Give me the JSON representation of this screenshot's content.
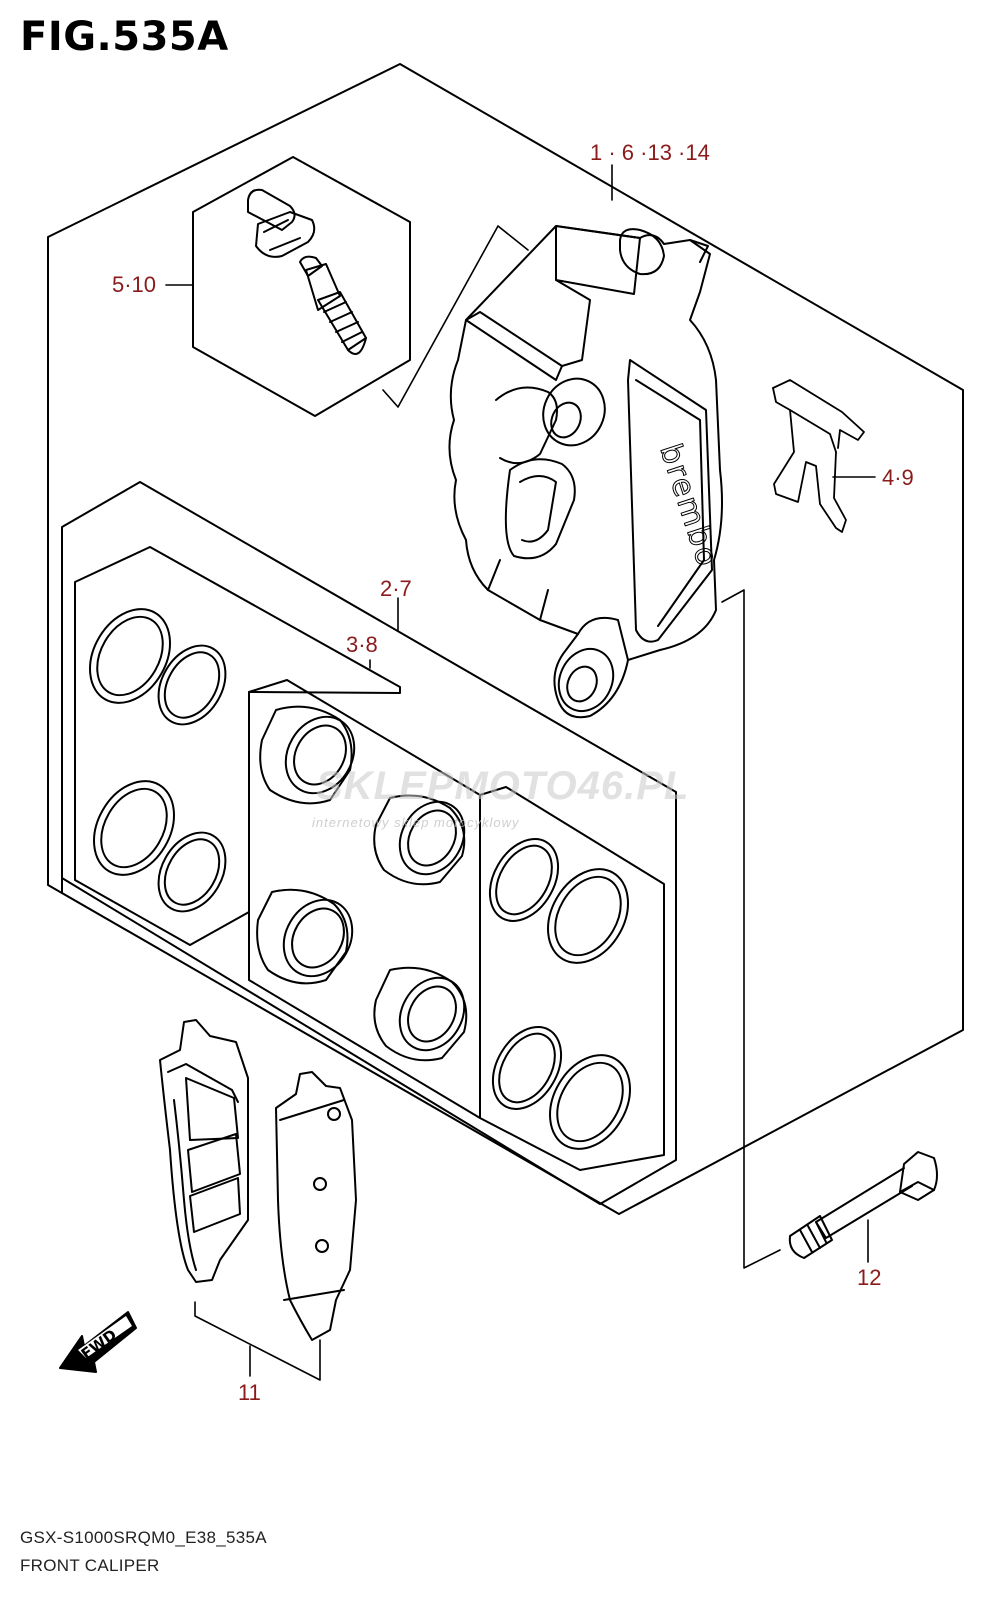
{
  "figure": {
    "title": "FIG.535A",
    "model_code": "GSX-S1000SRQM0_E38_535A",
    "section_name": "FRONT CALIPER"
  },
  "callouts": {
    "caliper_assembly": "1 · 6 ·13 ·14",
    "bleeder_set": "5·10",
    "pad_spring": "4·9",
    "piston_seal_set_a": "2·7",
    "piston_seal_set_b": "3·8",
    "pad_set": "11",
    "mounting_bolt": "12"
  },
  "caliper_brand": "brembo",
  "fwd_marker": "FWD",
  "watermark": {
    "main": "SKLEPMOTO46.PL",
    "sub": "internetowy sklep motocyklowy"
  },
  "colors": {
    "callout_text": "#8b1a1a",
    "line": "#000000"
  }
}
